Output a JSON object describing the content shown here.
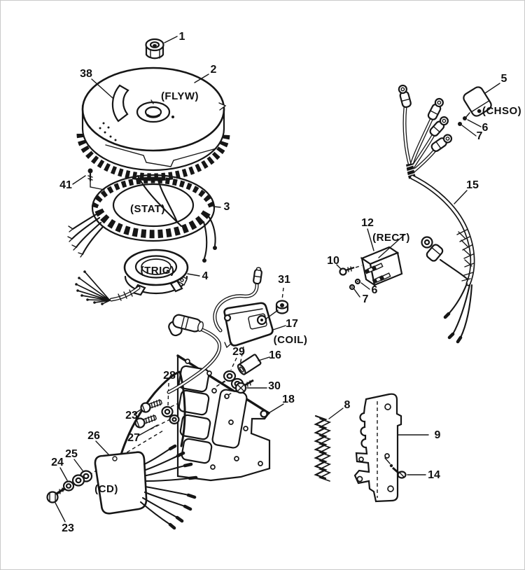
{
  "figure": {
    "type": "exploded-parts-diagram",
    "description": "Ignition system exploded view with numbered part callouts"
  },
  "labels": {
    "n1": "1",
    "n2": "2",
    "n3": "3",
    "n4": "4",
    "n5": "5",
    "n6_chso": "6",
    "n7_chso": "7",
    "n6_rect": "6",
    "n7_rect": "7",
    "n8": "8",
    "n9": "9",
    "n10": "10",
    "n12": "12",
    "n14": "14",
    "n15": "15",
    "n16": "16",
    "n17": "17",
    "n18": "18",
    "n23_plate": "23",
    "n23_cd": "23",
    "n24": "24",
    "n25": "25",
    "n26": "26",
    "n27": "27",
    "n28": "28",
    "n29": "29",
    "n30": "30",
    "n31": "31",
    "n38": "38",
    "n41": "41",
    "tag_flywheel": "(FLYW)",
    "tag_stator": "(STAT)",
    "tag_trigger": "(TRIG)",
    "tag_chso": "(CHSO)",
    "tag_rectifier": "(RECT)",
    "tag_coil": "(COIL)",
    "tag_cd": "(CD)"
  }
}
